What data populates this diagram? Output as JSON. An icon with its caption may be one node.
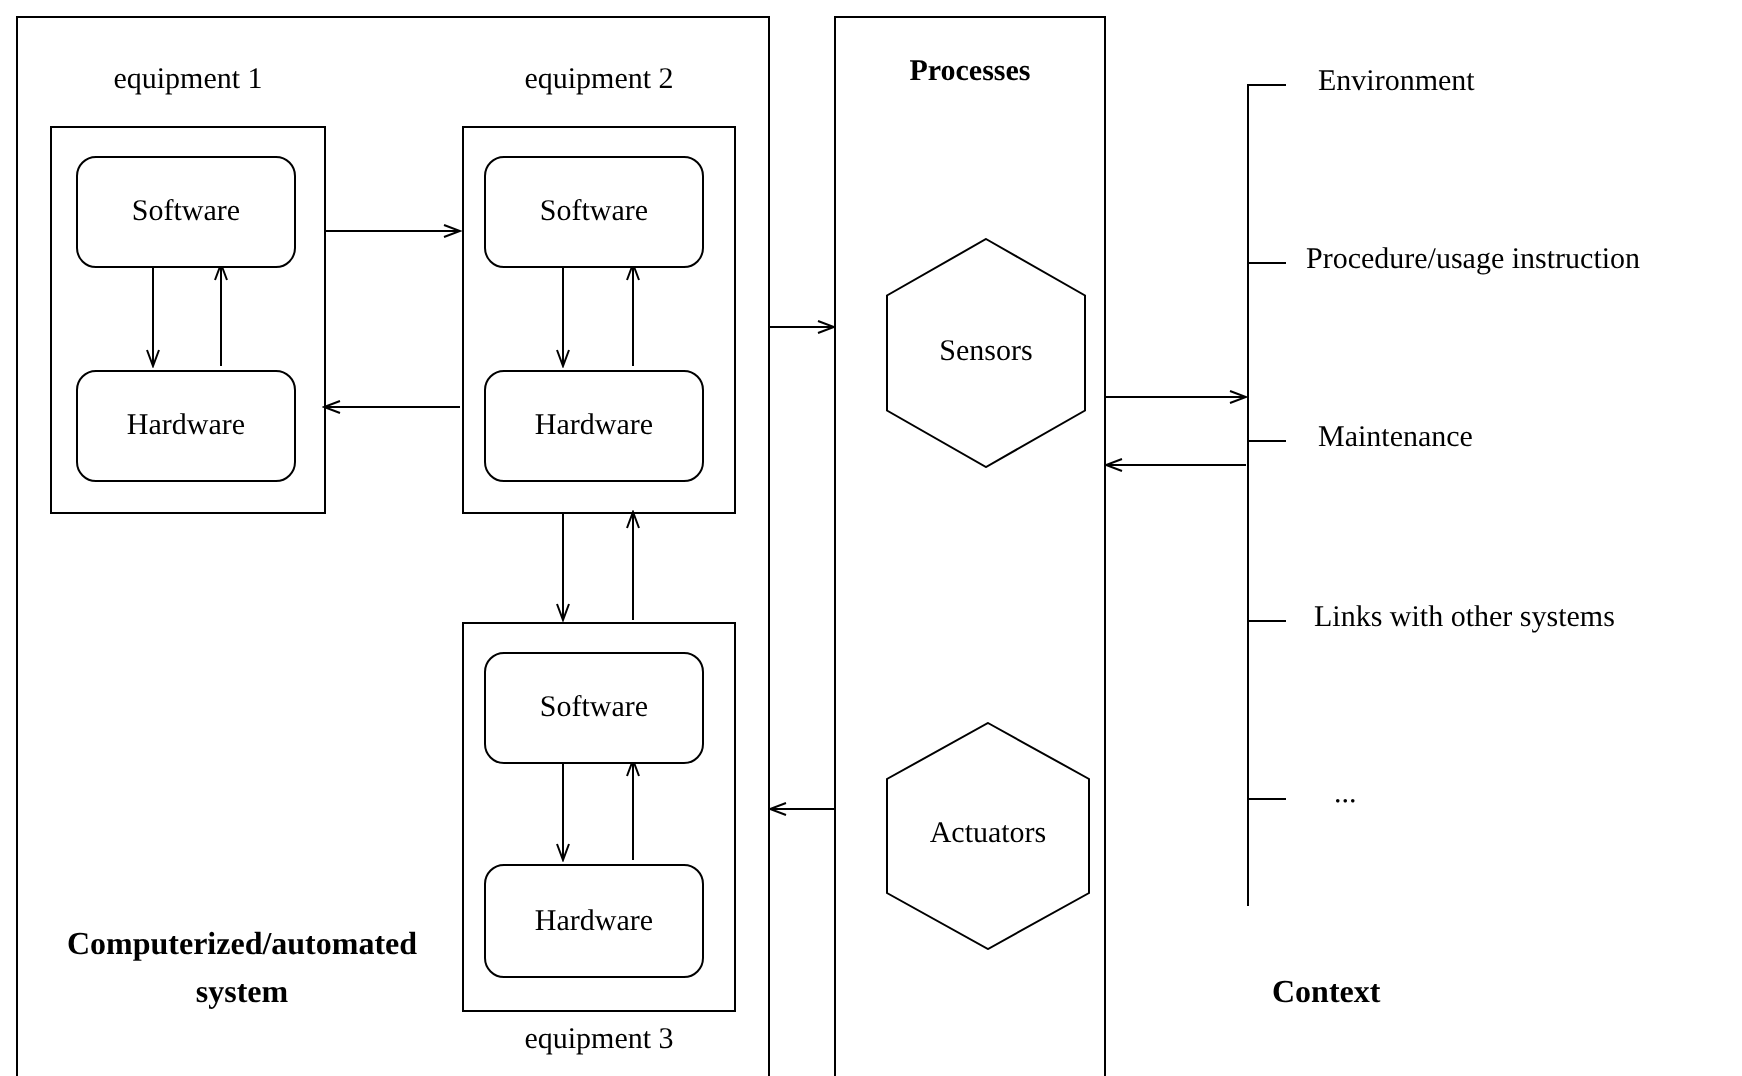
{
  "diagram": {
    "nodes": [
      {
        "text": [
          "Computerized/automated system"
        ]
      },
      {
        "text": [
          "equipment 1"
        ],
        "in": 0
      },
      {
        "text": [
          "Software"
        ],
        "in": 1
      },
      {
        "text": [
          "Hardware"
        ],
        "in": 1
      },
      {
        "text": [
          "equipment 2"
        ],
        "in": 0
      },
      {
        "text": [
          "Software"
        ],
        "in": 4
      },
      {
        "text": [
          "Hardware"
        ],
        "in": 4
      },
      {
        "text": [
          "equipment 3"
        ],
        "in": 0
      },
      {
        "text": [
          "Software"
        ],
        "in": 7
      },
      {
        "text": [
          "Hardware"
        ],
        "in": 7
      },
      {
        "text": [
          "Processes"
        ]
      },
      {
        "text": [
          "Sensors"
        ],
        "in": 10
      },
      {
        "text": [
          "Actuators"
        ],
        "in": 10
      },
      {
        "text": [],
        "shape": "bar"
      }
    ],
    "edges": [
      {
        "from": 1,
        "to": 4,
        "arrow": "to"
      },
      {
        "from": 4,
        "to": 1,
        "arrow": "to"
      },
      {
        "from": 2,
        "to": 3,
        "arrow": "to"
      },
      {
        "from": 3,
        "to": 2,
        "arrow": "to"
      },
      {
        "from": 5,
        "to": 6,
        "arrow": "to"
      },
      {
        "from": 6,
        "to": 5,
        "arrow": "to"
      },
      {
        "from": 4,
        "to": 7,
        "arrow": "to"
      },
      {
        "from": 7,
        "to": 4,
        "arrow": "to"
      },
      {
        "from": 8,
        "to": 9,
        "arrow": "to"
      },
      {
        "from": 9,
        "to": 8,
        "arrow": "to"
      },
      {
        "from": 0,
        "to": 10,
        "arrow": "to"
      },
      {
        "from": 10,
        "to": 0,
        "arrow": "to"
      },
      {
        "from": 10,
        "to": 13,
        "arrow": "to"
      },
      {
        "from": 13,
        "to": 10,
        "arrow": "to"
      }
    ],
    "labels": [
      "Environment",
      "Procedure/usage instruction",
      "Maintenance",
      "Links with other systems",
      "...",
      "Context"
    ]
  }
}
